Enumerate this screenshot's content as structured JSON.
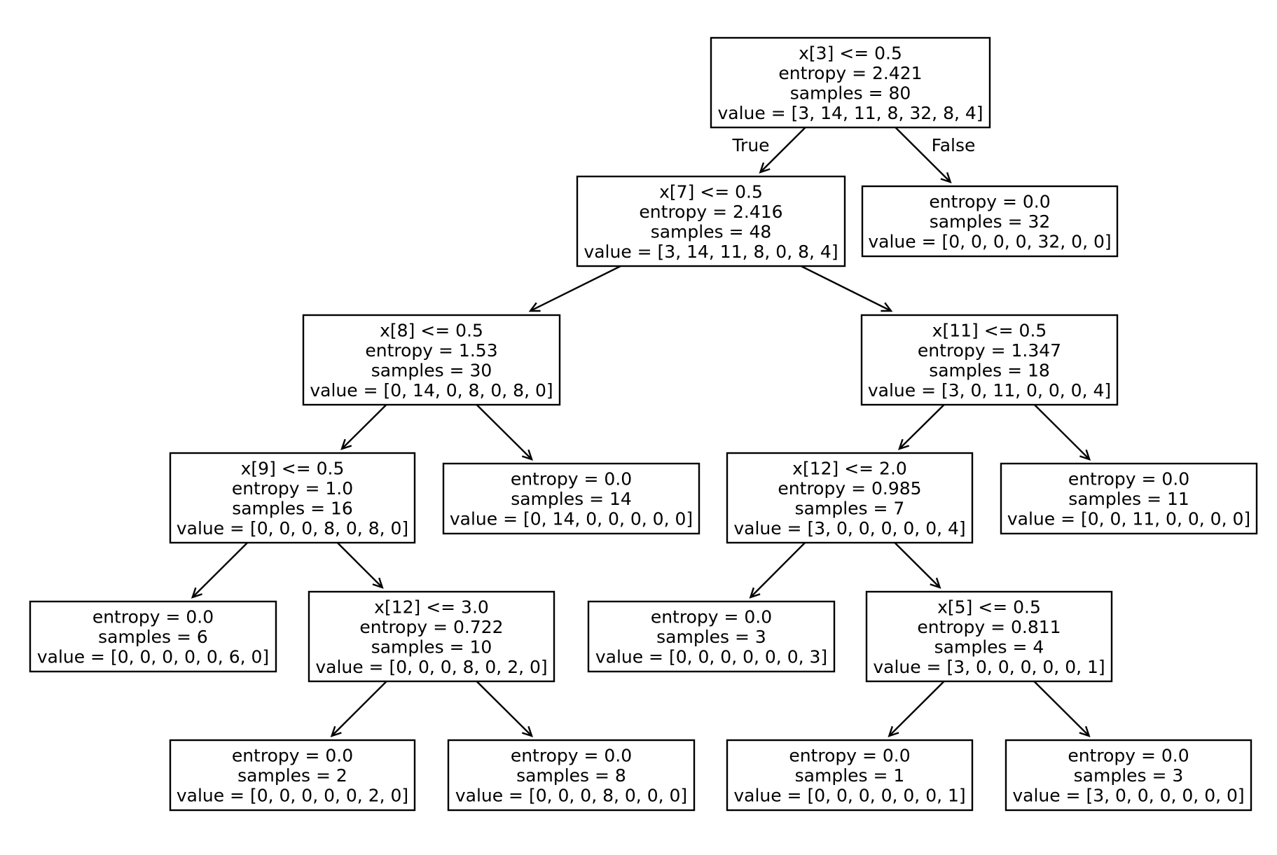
{
  "tree": {
    "root_edge_labels": {
      "true_label": "True",
      "false_label": "False"
    },
    "nodes": [
      {
        "id": "n0",
        "lines": [
          "x[3] <= 0.5",
          "entropy = 2.421",
          "samples = 80",
          "value = [3, 14, 11, 8, 32, 8, 4]"
        ]
      },
      {
        "id": "n1",
        "lines": [
          "x[7] <= 0.5",
          "entropy = 2.416",
          "samples = 48",
          "value = [3, 14, 11, 8, 0, 8, 4]"
        ]
      },
      {
        "id": "n2",
        "lines": [
          "entropy = 0.0",
          "samples = 32",
          "value = [0, 0, 0, 0, 32, 0, 0]"
        ]
      },
      {
        "id": "n3",
        "lines": [
          "x[8] <= 0.5",
          "entropy = 1.53",
          "samples = 30",
          "value = [0, 14, 0, 8, 0, 8, 0]"
        ]
      },
      {
        "id": "n4",
        "lines": [
          "x[11] <= 0.5",
          "entropy = 1.347",
          "samples = 18",
          "value = [3, 0, 11, 0, 0, 0, 4]"
        ]
      },
      {
        "id": "n5",
        "lines": [
          "x[9] <= 0.5",
          "entropy = 1.0",
          "samples = 16",
          "value = [0, 0, 0, 8, 0, 8, 0]"
        ]
      },
      {
        "id": "n6",
        "lines": [
          "entropy = 0.0",
          "samples = 14",
          "value = [0, 14, 0, 0, 0, 0, 0]"
        ]
      },
      {
        "id": "n7",
        "lines": [
          "x[12] <= 2.0",
          "entropy = 0.985",
          "samples = 7",
          "value = [3, 0, 0, 0, 0, 0, 4]"
        ]
      },
      {
        "id": "n8",
        "lines": [
          "entropy = 0.0",
          "samples = 11",
          "value = [0, 0, 11, 0, 0, 0, 0]"
        ]
      },
      {
        "id": "n9",
        "lines": [
          "entropy = 0.0",
          "samples = 6",
          "value = [0, 0, 0, 0, 0, 6, 0]"
        ]
      },
      {
        "id": "n10",
        "lines": [
          "x[12] <= 3.0",
          "entropy = 0.722",
          "samples = 10",
          "value = [0, 0, 0, 8, 0, 2, 0]"
        ]
      },
      {
        "id": "n11",
        "lines": [
          "entropy = 0.0",
          "samples = 3",
          "value = [0, 0, 0, 0, 0, 0, 3]"
        ]
      },
      {
        "id": "n12",
        "lines": [
          "x[5] <= 0.5",
          "entropy = 0.811",
          "samples = 4",
          "value = [3, 0, 0, 0, 0, 0, 1]"
        ]
      },
      {
        "id": "n13",
        "lines": [
          "entropy = 0.0",
          "samples = 2",
          "value = [0, 0, 0, 0, 0, 2, 0]"
        ]
      },
      {
        "id": "n14",
        "lines": [
          "entropy = 0.0",
          "samples = 8",
          "value = [0, 0, 0, 8, 0, 0, 0]"
        ]
      },
      {
        "id": "n15",
        "lines": [
          "entropy = 0.0",
          "samples = 1",
          "value = [0, 0, 0, 0, 0, 0, 1]"
        ]
      },
      {
        "id": "n16",
        "lines": [
          "entropy = 0.0",
          "samples = 3",
          "value = [3, 0, 0, 0, 0, 0, 0]"
        ]
      }
    ],
    "edges": [
      {
        "from": "n0",
        "to": "n1"
      },
      {
        "from": "n0",
        "to": "n2"
      },
      {
        "from": "n1",
        "to": "n3"
      },
      {
        "from": "n1",
        "to": "n4"
      },
      {
        "from": "n3",
        "to": "n5"
      },
      {
        "from": "n3",
        "to": "n6"
      },
      {
        "from": "n4",
        "to": "n7"
      },
      {
        "from": "n4",
        "to": "n8"
      },
      {
        "from": "n5",
        "to": "n9"
      },
      {
        "from": "n5",
        "to": "n10"
      },
      {
        "from": "n7",
        "to": "n11"
      },
      {
        "from": "n7",
        "to": "n12"
      },
      {
        "from": "n10",
        "to": "n13"
      },
      {
        "from": "n10",
        "to": "n14"
      },
      {
        "from": "n12",
        "to": "n15"
      },
      {
        "from": "n12",
        "to": "n16"
      }
    ]
  }
}
